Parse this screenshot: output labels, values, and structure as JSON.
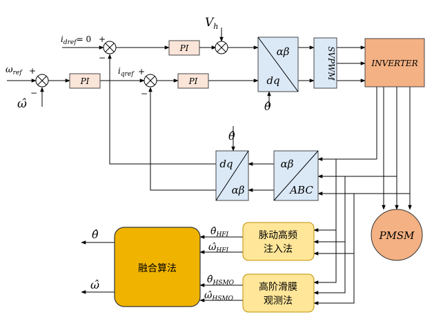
{
  "signals": {
    "omega_ref": "ω",
    "omega_ref_sub": "ref",
    "omega_fb": "ω̂",
    "id_ref": "i",
    "id_ref_sub": "dref",
    "id_ref_value": "= 0",
    "iq_ref": "i",
    "iq_ref_sub": "qref",
    "vh": "V",
    "vh_sub": "h",
    "theta_hat": "θ̂",
    "plus": "+",
    "minus": "−"
  },
  "blocks": {
    "pi": "PI",
    "alpha_beta": "αβ",
    "dq": "dq",
    "svpwm": "SVPWM",
    "inverter": "INVERTER",
    "abc": "ABC",
    "pmsm": "PMSM",
    "fusion": "融合算法",
    "hfi_line1": "脉动高频",
    "hfi_line2": "注入法",
    "smo_line1": "高阶滑膜",
    "smo_line2": "观测法"
  },
  "estimates": {
    "theta": "θ̂",
    "omega": "ω̂",
    "theta_hfi": "θ̂",
    "theta_hfi_sub": "HFI",
    "omega_hfi": "ω̂",
    "omega_hfi_sub": "HFI",
    "theta_hsmo": "θ̂",
    "theta_hsmo_sub": "HSMO",
    "omega_hsmo": "ω̂",
    "omega_hsmo_sub": "HSMO"
  }
}
